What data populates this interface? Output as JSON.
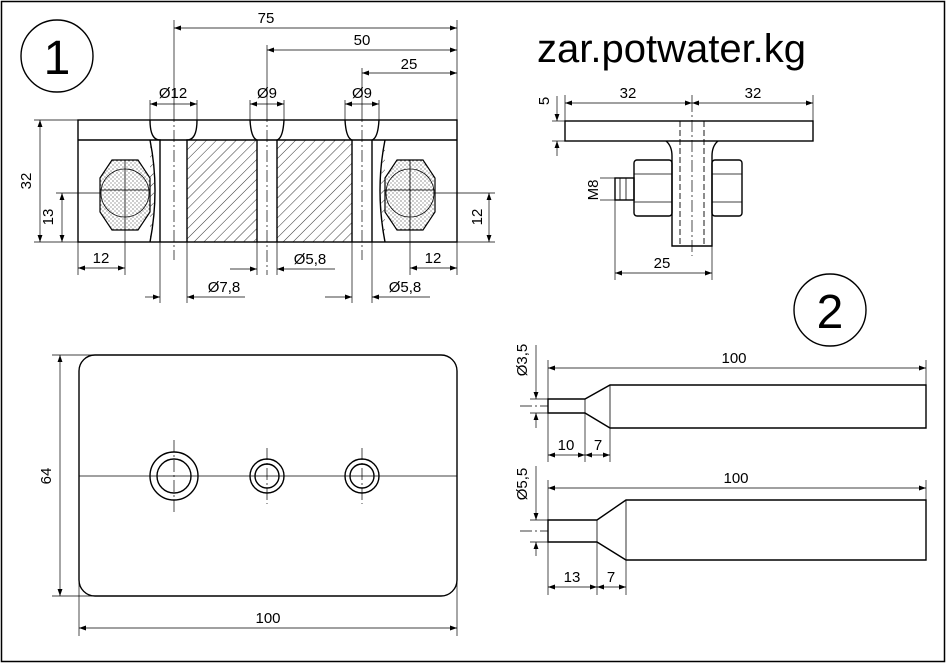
{
  "site": "zar.potwater.kg",
  "labels": {
    "one": "1",
    "two": "2"
  },
  "view1": {
    "d75": "75",
    "d50": "50",
    "d25": "25",
    "dia12": "Ø12",
    "dia9a": "Ø9",
    "dia9b": "Ø9",
    "h32": "32",
    "h13": "13",
    "h12": "12",
    "w12l": "12",
    "w12r": "12",
    "dia58a": "Ø5,8",
    "dia78": "Ø7,8",
    "dia58b": "Ø5,8"
  },
  "view2": {
    "w32l": "32",
    "w32r": "32",
    "t5": "5",
    "m8": "M8",
    "w25": "25"
  },
  "plate": {
    "w100": "100",
    "h64": "64"
  },
  "tool1": {
    "len": "100",
    "dia": "Ø3,5",
    "a": "10",
    "b": "7"
  },
  "tool2": {
    "len": "100",
    "dia": "Ø5,5",
    "a": "13",
    "b": "7"
  },
  "colors": {
    "ink": "#000000",
    "paper": "#ffffff"
  }
}
